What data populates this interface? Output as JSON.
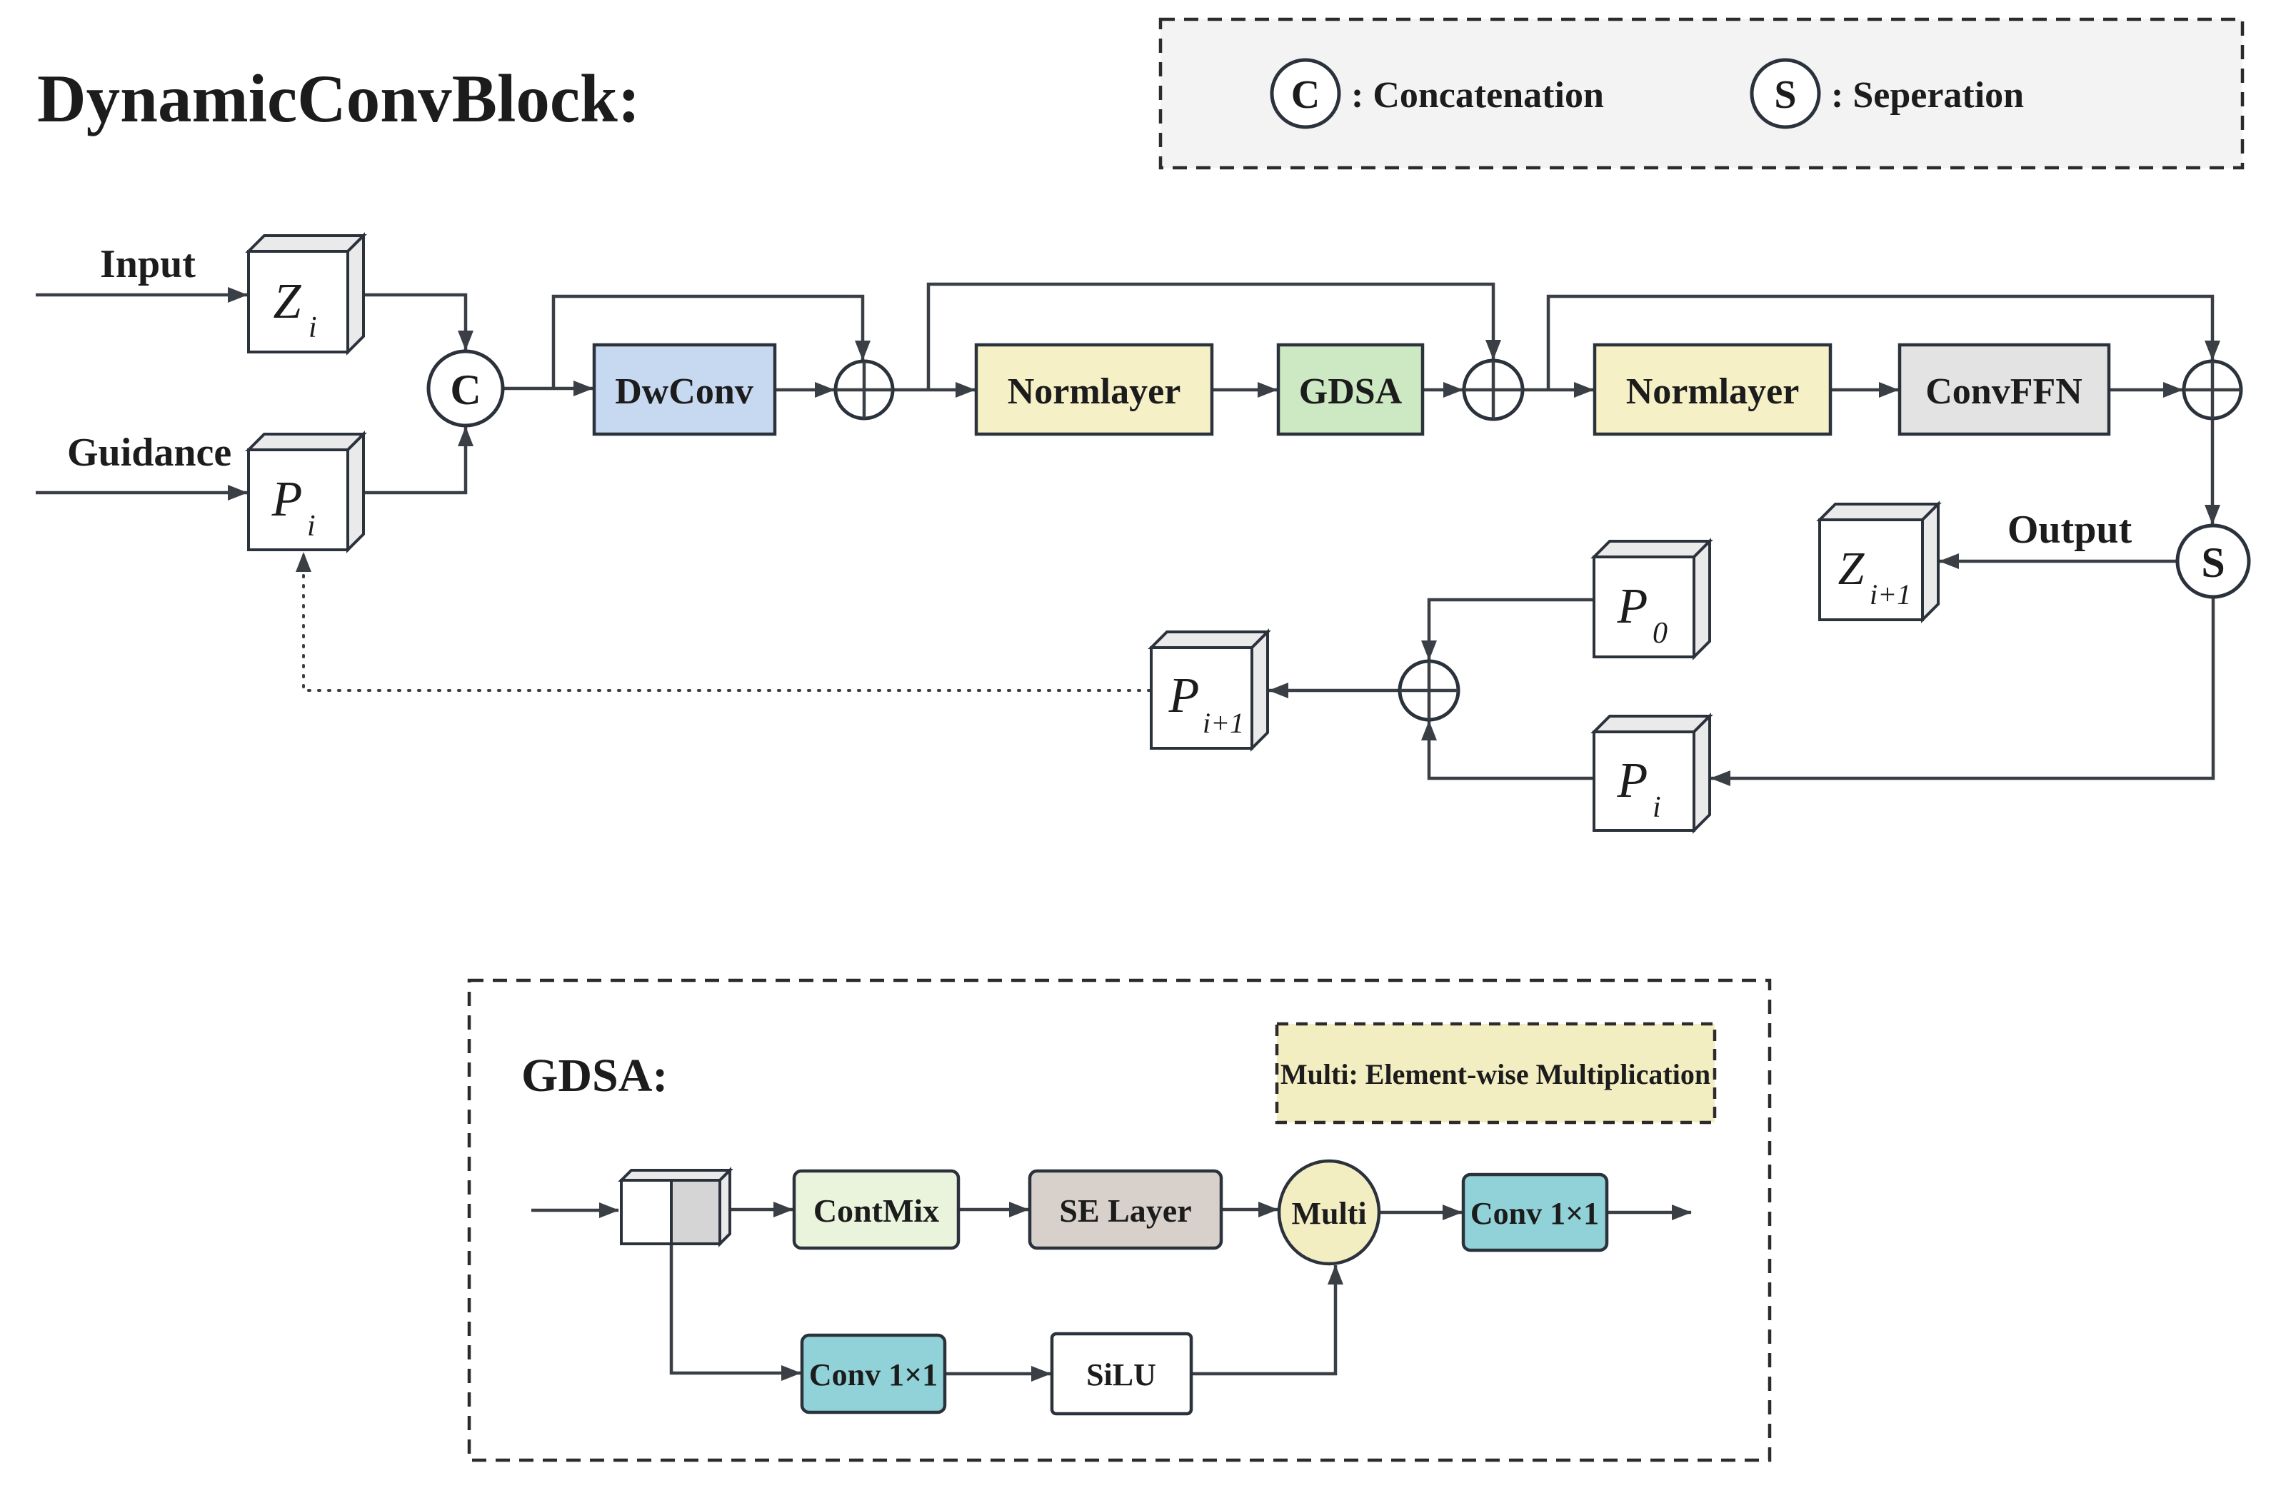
{
  "title": "DynamicConvBlock:",
  "palette": {
    "line": "#3a3f45",
    "border": "#2b323c",
    "dwconv_fill": "#c6d9f1",
    "normlayer_fill": "#f6f0c6",
    "gdsa_fill": "#cde9c3",
    "convffn_fill": "#e3e3e3",
    "contmix_fill": "#eaf4dd",
    "selayer_fill": "#d8d1cb",
    "conv1x1_fill": "#90d2d8",
    "silu_fill": "#ffffff",
    "multi_fill": "#f3edc2",
    "note_fill": "#f3edc2",
    "legend_fill": "#f3f3f3",
    "box3d_flap_fill": "#eaeaea"
  },
  "legend": {
    "c_symbol": "C",
    "c_label": ":  Concatenation",
    "s_symbol": "S",
    "s_label": ":  Seperation"
  },
  "main": {
    "input_label": "Input",
    "guidance_label": "Guidance",
    "output_label": "Output",
    "concat_symbol": "C",
    "sep_symbol": "S",
    "blocks": {
      "dwconv": "DwConv",
      "normlayer1": "Normlayer",
      "gdsa": "GDSA",
      "normlayer2": "Normlayer",
      "convffn": "ConvFFN"
    },
    "tensors": {
      "zi": {
        "base": "Z",
        "sub": "i"
      },
      "pi": {
        "base": "P",
        "sub": "i"
      },
      "zi1": {
        "base": "Z",
        "sub": "i+1"
      },
      "p0": {
        "base": "P",
        "sub": "0"
      },
      "pib": {
        "base": "P",
        "sub": "i"
      },
      "pi1": {
        "base": "P",
        "sub": "i+1"
      }
    }
  },
  "gdsa_panel": {
    "title": "GDSA:",
    "note": "Multi: Element-wise Multiplication",
    "blocks": {
      "contmix": "ContMix",
      "selayer": "SE Layer",
      "multi": "Multi",
      "conv_top": "Conv 1×1",
      "conv_bottom": "Conv 1×1",
      "silu": "SiLU"
    }
  }
}
